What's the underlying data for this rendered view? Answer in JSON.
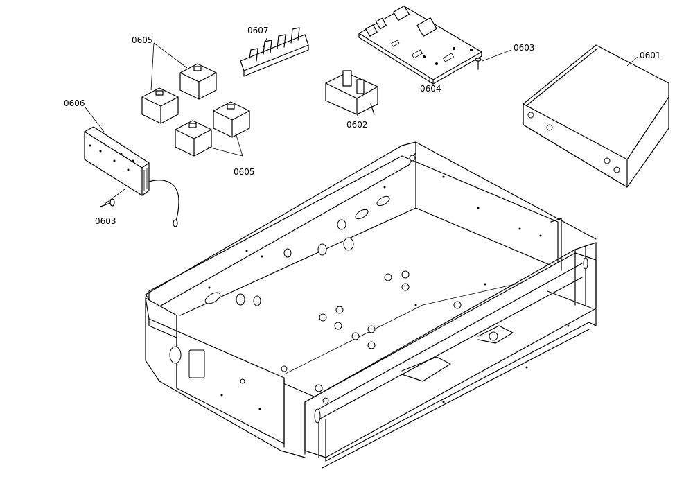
{
  "labels": {
    "part_0601": "0601",
    "part_0602": "0602",
    "part_0603_top": "0603",
    "part_0603_left": "0603",
    "part_0604": "0604",
    "part_0605_top": "0605",
    "part_0605_bottom": "0605",
    "part_0606": "0606",
    "part_0607": "0607"
  }
}
